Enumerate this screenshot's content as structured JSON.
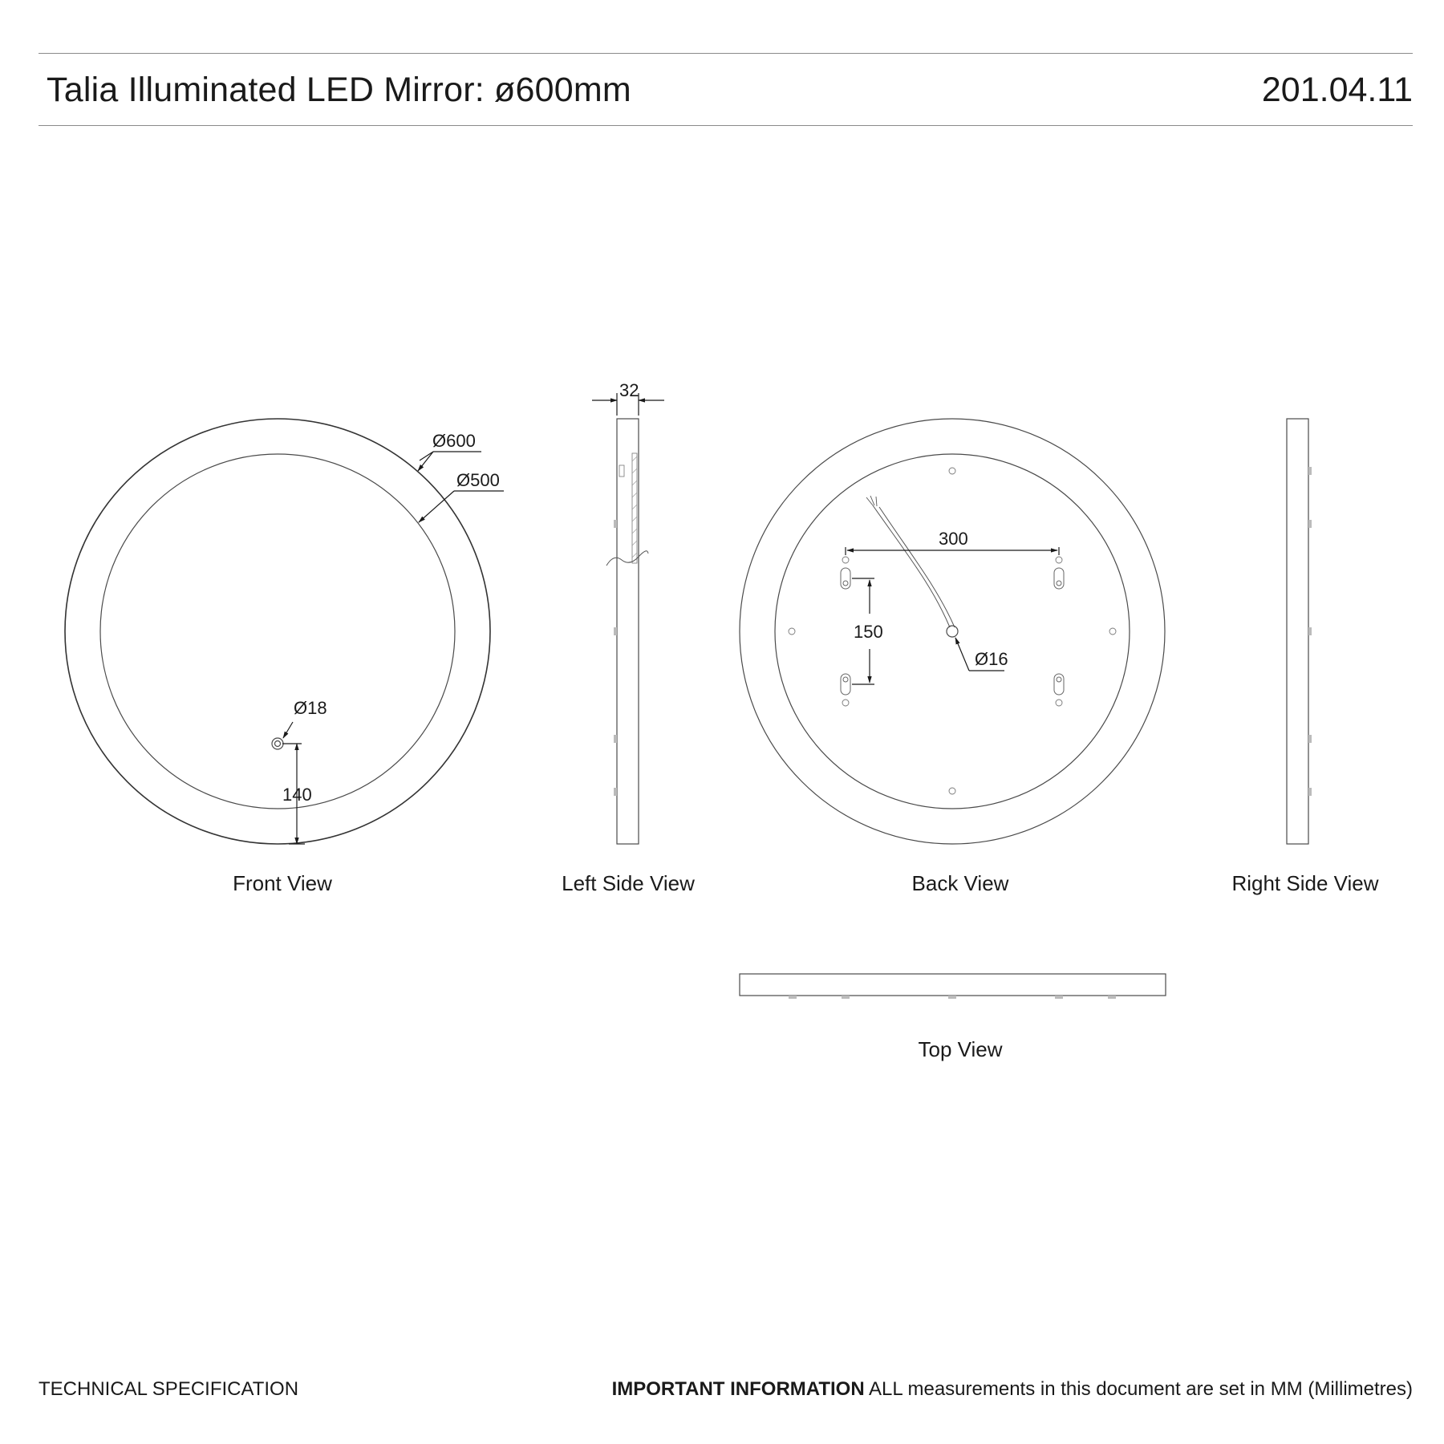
{
  "header": {
    "title": "Talia Illuminated LED Mirror: ø600mm",
    "code": "201.04.11"
  },
  "views": {
    "front": "Front View",
    "left_side": "Left Side View",
    "back": "Back View",
    "right_side": "Right Side View",
    "top": "Top View"
  },
  "dimensions": {
    "outer_diameter": "Ø600",
    "inner_diameter": "Ø500",
    "switch_diameter": "Ø18",
    "switch_height": "140",
    "depth": "32",
    "bracket_spacing_h": "300",
    "bracket_spacing_v": "150",
    "cable_diameter": "Ø16"
  },
  "footer": {
    "left": "TECHNICAL SPECIFICATION",
    "right_bold": "IMPORTANT INFORMATION",
    "right_text": " ALL measurements in this document are set in MM (Millimetres)"
  }
}
